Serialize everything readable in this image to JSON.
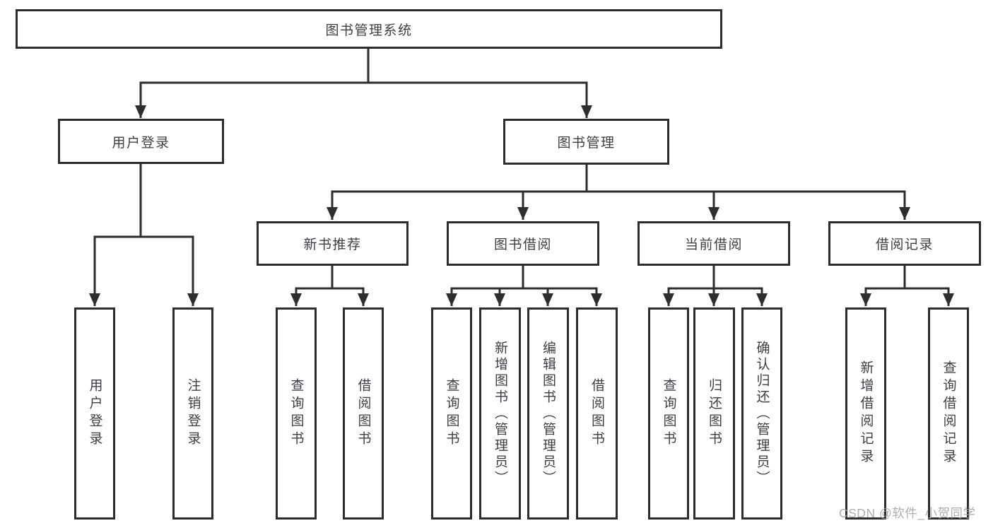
{
  "diagram_title": "图书管理系统",
  "watermark": "CSDN @软件_小贺同学",
  "colors": {
    "line": "#2d2d30",
    "text": "#3e3e44",
    "watermark_text": "#9fa0a6",
    "background": "#ffffff"
  },
  "nodes": {
    "root": {
      "label": "图书管理系统"
    },
    "user_login": {
      "label": "用户登录"
    },
    "book_management": {
      "label": "图书管理"
    },
    "new_book_recommend": {
      "label": "新书推荐"
    },
    "book_borrowing": {
      "label": "图书借阅"
    },
    "current_borrowing": {
      "label": "当前借阅"
    },
    "borrowing_records": {
      "label": "借阅记录"
    },
    "user_login_leaf": {
      "label": "用户登录"
    },
    "logout_leaf": {
      "label": "注销登录"
    },
    "query_books_recommend": {
      "label": "查询图书"
    },
    "borrow_books_recommend": {
      "label": "借阅图书"
    },
    "query_books_borrowing": {
      "label": "查询图书"
    },
    "add_books_admin": {
      "label": "新增图书（管理员）"
    },
    "edit_books_admin": {
      "label": "编辑图书（管理员）"
    },
    "borrow_books_borrowing": {
      "label": "借阅图书"
    },
    "query_books_current": {
      "label": "查询图书"
    },
    "return_books": {
      "label": "归还图书"
    },
    "confirm_return_admin": {
      "label": "确认归还（管理员）"
    },
    "add_borrowing_record": {
      "label": "新增借阅记录"
    },
    "query_borrowing_record": {
      "label": "查询借阅记录"
    }
  },
  "hierarchy": {
    "图书管理系统": {
      "用户登录": [
        "用户登录",
        "注销登录"
      ],
      "图书管理": {
        "新书推荐": [
          "查询图书",
          "借阅图书"
        ],
        "图书借阅": [
          "查询图书",
          "新增图书（管理员）",
          "编辑图书（管理员）",
          "借阅图书"
        ],
        "当前借阅": [
          "查询图书",
          "归还图书",
          "确认归还（管理员）"
        ],
        "借阅记录": [
          "新增借阅记录",
          "查询借阅记录"
        ]
      }
    }
  }
}
